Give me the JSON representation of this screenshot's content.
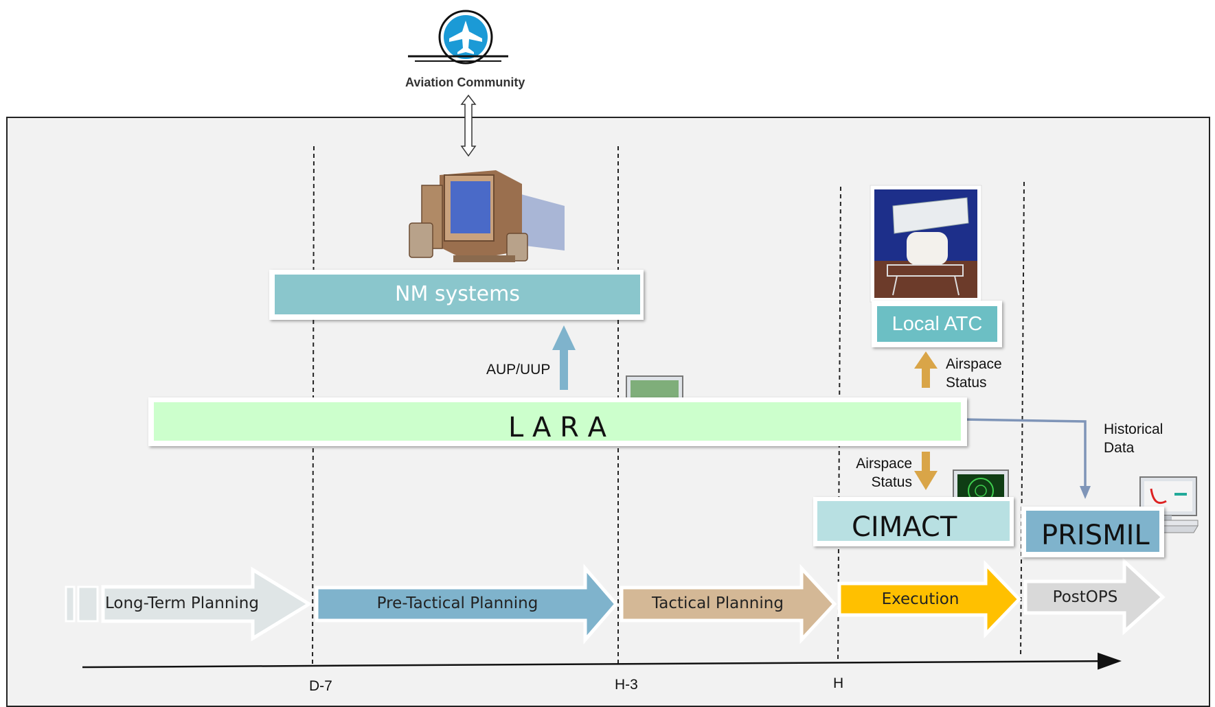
{
  "aviation": {
    "label": "Aviation Community",
    "icon": "airplane-icon"
  },
  "systems": {
    "nm": {
      "label": "NM systems",
      "color": "#8ac6cc"
    },
    "lara": {
      "label": "L A R A",
      "color": "#ccffcc"
    },
    "local_atc": {
      "label": "Local ATC",
      "color": "#6cbfc4"
    },
    "cimact": {
      "label": "CIMACT",
      "color": "#b8e0e2"
    },
    "prismil": {
      "label": "PRISMIL",
      "color": "#7fb3cc"
    }
  },
  "flows": {
    "aup_uup": "AUP/UUP",
    "airspace_status_up": [
      "Airspace",
      "Status"
    ],
    "airspace_status_down": [
      "Airspace",
      "Status"
    ],
    "historical_data": [
      "Historical",
      "Data"
    ]
  },
  "phases": [
    {
      "label": "Long-Term Planning",
      "color": "#dfe5e6"
    },
    {
      "label": "Pre-Tactical Planning",
      "color": "#7fb3cc"
    },
    {
      "label": "Tactical Planning",
      "color": "#d4b896"
    },
    {
      "label": "Execution",
      "color": "#ffc000"
    },
    {
      "label": "PostOPS",
      "color": "#d9d9d9"
    }
  ],
  "timeline": [
    "D-7",
    "H-3",
    "H"
  ]
}
